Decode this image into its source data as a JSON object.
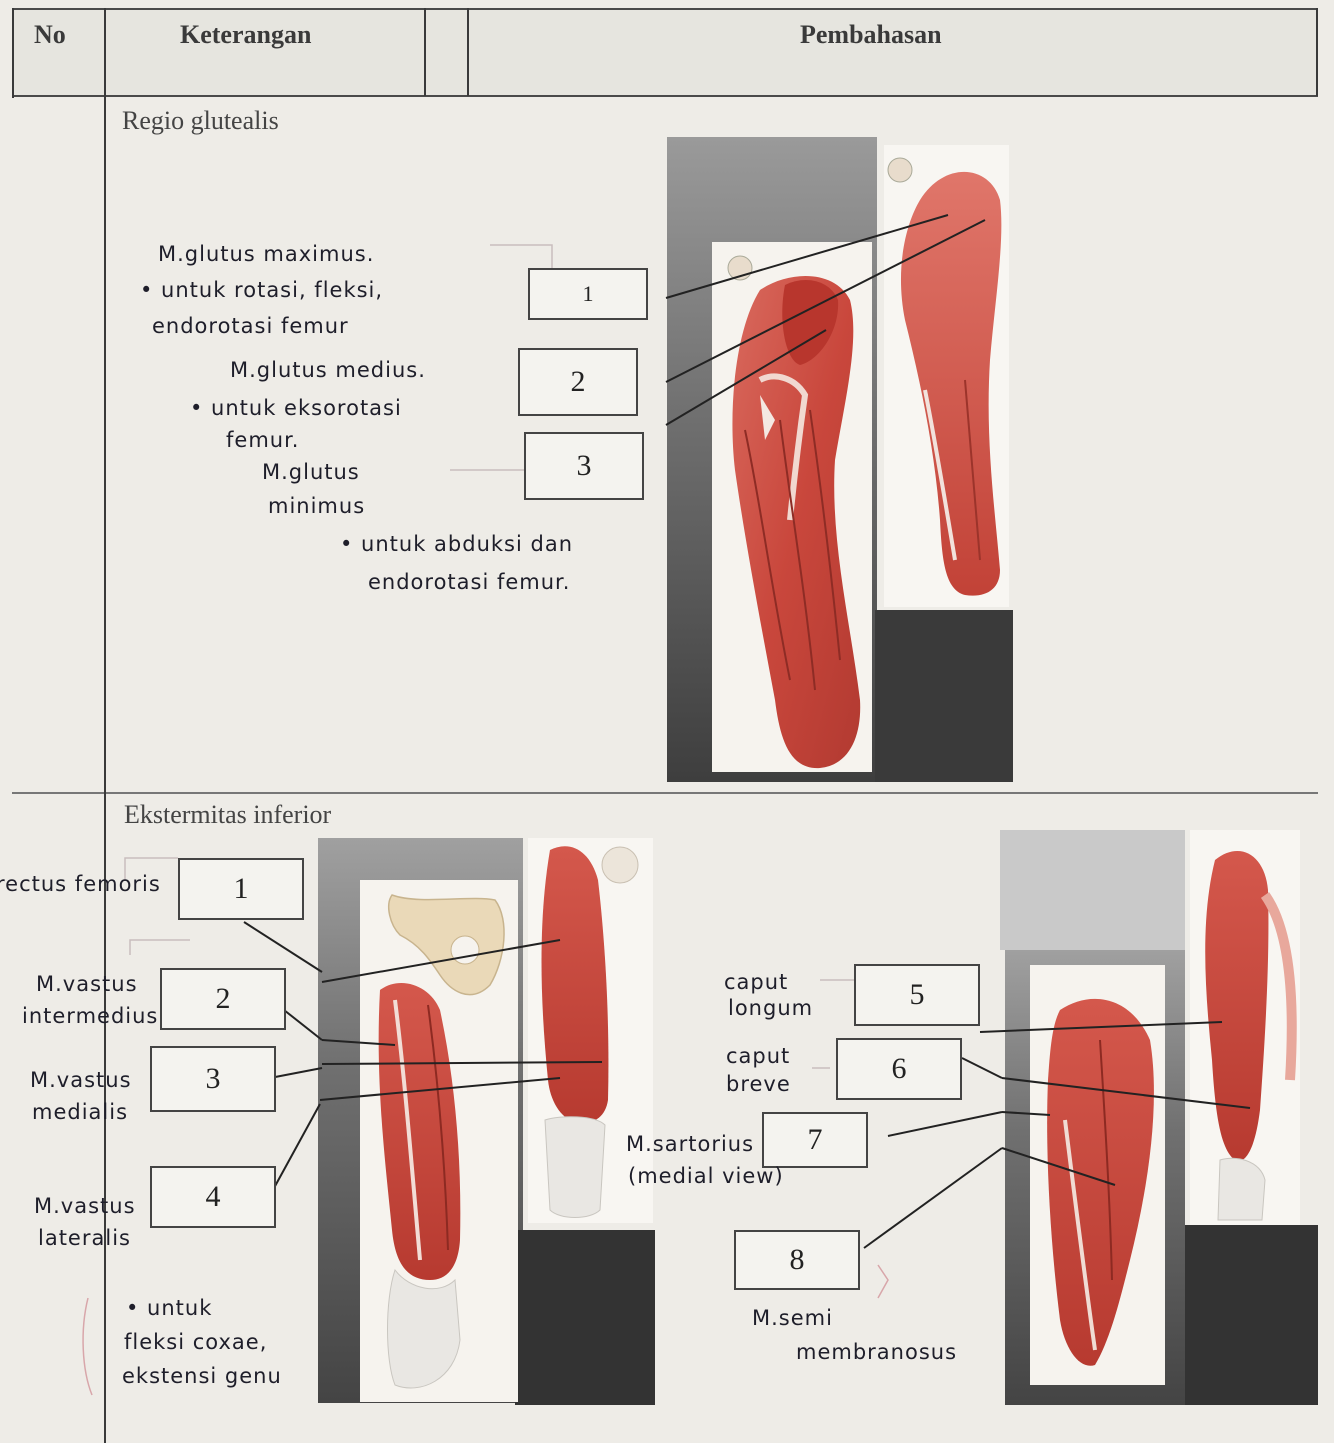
{
  "table": {
    "headers": {
      "no": "No",
      "keterangan": "Keterangan",
      "pembahasan": "Pembahasan"
    }
  },
  "section1": {
    "title": "Regio glutealis",
    "boxes": [
      "1",
      "2",
      "3"
    ],
    "notes": {
      "n1_line1": "M.glutus maximus.",
      "n1_line2": "• untuk rotasi, fleksi,",
      "n1_line3": "endorotasi femur",
      "n2_line1": "M.glutus medius.",
      "n2_line2": "• untuk eksorotasi",
      "n2_line3": "femur.",
      "n3_line1": "M.glutus",
      "n3_line2": "minimus",
      "n3_line3": "• untuk abduksi dan",
      "n3_line4": "endorotasi femur."
    }
  },
  "section2": {
    "title": "Ekstermitas inferior",
    "boxes": [
      "1",
      "2",
      "3",
      "4",
      "5",
      "6",
      "7",
      "8"
    ],
    "notes": {
      "rectus": "rectus femoris",
      "vi_1": "M.vastus",
      "vi_2": "intermedius",
      "vm_1": "M.vastus",
      "vm_2": "medialis",
      "vl_1": "M.vastus",
      "vl_2": "lateralis",
      "fn_1": "• untuk",
      "fn_2": "fleksi coxae,",
      "fn_3": "ekstensi genu",
      "cl_1": "caput",
      "cl_2": "longum",
      "cb_1": "caput",
      "cb_2": "breve",
      "sart_1": "M.sartorius",
      "sart_2": "(medial view)",
      "semi_1": "M.semi",
      "semi_2": "membranosus"
    }
  }
}
